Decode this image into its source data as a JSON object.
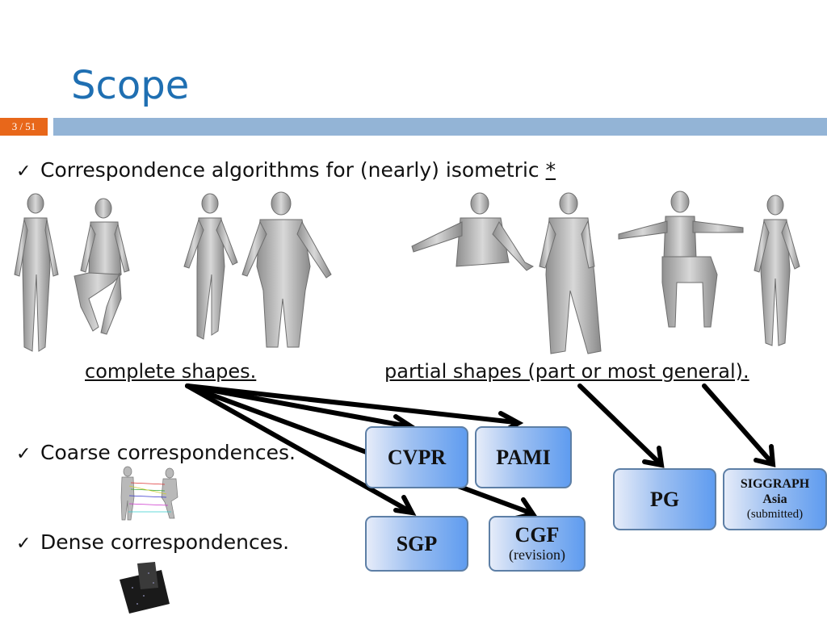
{
  "slide": {
    "title": "Scope",
    "page_number": "3 / 51"
  },
  "bullets": [
    {
      "text": "Correspondence algorithms for (nearly) isometric ",
      "link": "*"
    },
    {
      "text": "Coarse correspondences."
    },
    {
      "text": "Dense correspondences."
    }
  ],
  "labels": {
    "complete": "complete shapes.",
    "partial": "partial shapes (part or most general)."
  },
  "venues": {
    "cvpr": "CVPR",
    "pami": "PAMI",
    "sgp": "SGP",
    "cgf": "CGF",
    "cgf_note": "(revision)",
    "pg": "PG",
    "siggraph_1": "SIGGRAPH",
    "siggraph_2": "Asia",
    "siggraph_note": "(submitted)"
  },
  "colors": {
    "title": "#1f6fb2",
    "header_bar": "#93b4d6",
    "page_badge": "#e8671a",
    "box_border": "#5d7fa6"
  }
}
